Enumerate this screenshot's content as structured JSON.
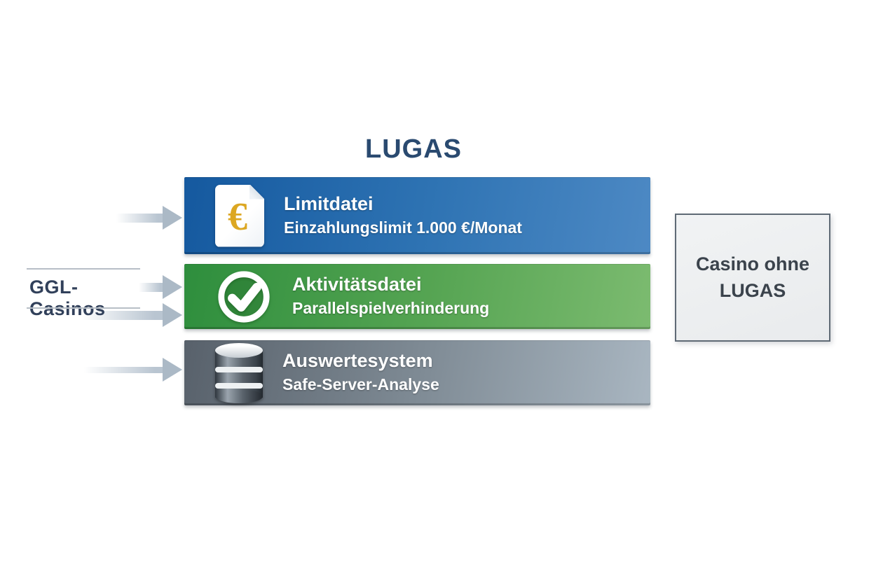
{
  "title": "LUGAS",
  "source": {
    "label": "GGL-Casinos"
  },
  "rows": [
    {
      "title": "Limitdatei",
      "subtitle": "Einzahlungslimit 1.000 €/Monat",
      "icon": "euro-document-icon",
      "euro_glyph": "€"
    },
    {
      "title": "Aktivitätsdatei",
      "subtitle": "Parallelspielverhinderung",
      "icon": "check-circle-icon"
    },
    {
      "title": "Auswertesystem",
      "subtitle": "Safe-Server-Analyse",
      "icon": "database-icon"
    }
  ],
  "side_box": {
    "line1": "Casino ohne",
    "line2": "LUGAS"
  },
  "colors": {
    "title_text": "#2a4a70",
    "bar_blue_start": "#15599f",
    "bar_blue_end": "#4d89c4",
    "bar_green_start": "#2e8e3d",
    "bar_green_end": "#7cbb70",
    "bar_gray_start": "#58616b",
    "bar_gray_end": "#a9b6c1",
    "euro_gold": "#dca722",
    "arrow_gray": "#abb9c6",
    "source_text": "#31405a",
    "side_box_border": "#5f6a75"
  }
}
